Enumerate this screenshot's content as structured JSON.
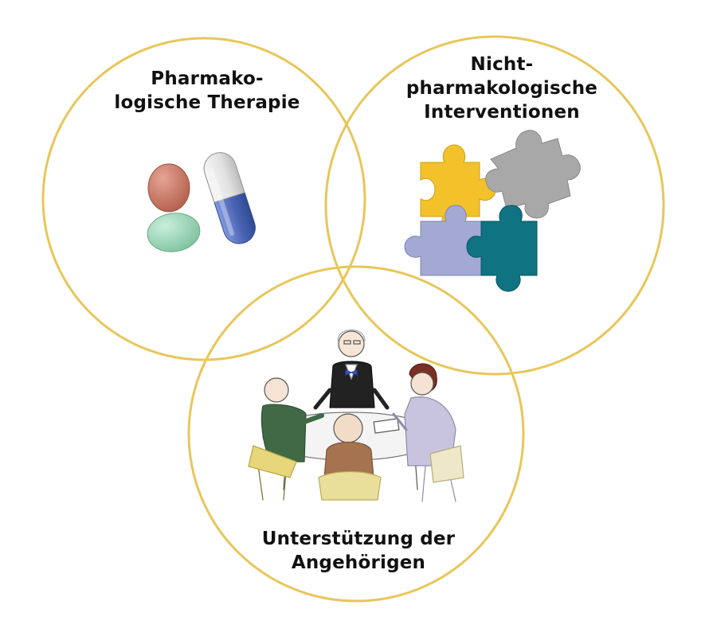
{
  "diagram": {
    "circles": [
      {
        "id": "pharmacological",
        "lines": [
          "Pharmako-",
          "logische Therapie"
        ],
        "illustration": "pills-icon"
      },
      {
        "id": "non-pharmacological",
        "lines": [
          "Nicht-",
          "pharmakologische",
          "Interventionen"
        ],
        "illustration": "puzzle-pieces-icon"
      },
      {
        "id": "caregiver-support",
        "lines": [
          "Unterstützung der",
          "Angehörigen"
        ],
        "illustration": "family-meeting-illustration"
      }
    ]
  },
  "colors": {
    "circle_stroke": "#e8c65a",
    "text": "#111111",
    "pill_red": "#c0705e",
    "pill_green": "#8fcfae",
    "capsule_white": "#e4e4e4",
    "capsule_blue": "#4c66b4",
    "puzzle_yellow": "#f3c22a",
    "puzzle_gray": "#a8a8a8",
    "puzzle_lavender": "#a3a9d3",
    "puzzle_teal": "#0f7381"
  }
}
